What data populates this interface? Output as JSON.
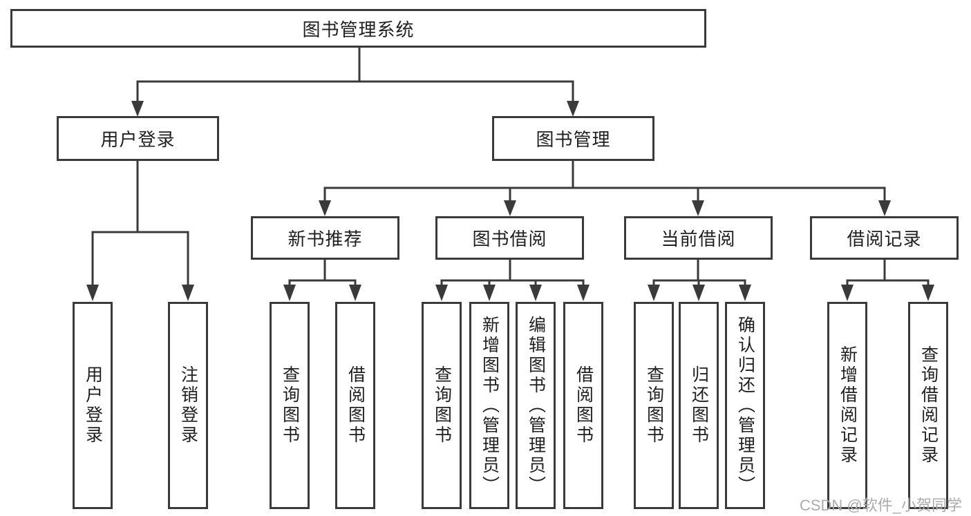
{
  "colors": {
    "line": "#3a3a3a",
    "text": "#1f1f1f",
    "box_background": "#ffffff",
    "watermark": "#ababab"
  },
  "tree": {
    "root": "图书管理系统",
    "branches": [
      {
        "label": "用户登录",
        "children": [
          "用户登录",
          "注销登录"
        ]
      },
      {
        "label": "图书管理",
        "groups": [
          {
            "label": "新书推荐",
            "children": [
              "查询图书",
              "借阅图书"
            ]
          },
          {
            "label": "图书借阅",
            "children": [
              "查询图书",
              "新增图书（管理员）",
              "编辑图书（管理员）",
              "借阅图书"
            ]
          },
          {
            "label": "当前借阅",
            "children": [
              "查询图书",
              "归还图书",
              "确认归还（管理员）"
            ]
          },
          {
            "label": "借阅记录",
            "children": [
              "新增借阅记录",
              "查询借阅记录"
            ]
          }
        ]
      }
    ]
  },
  "watermark": "CSDN @软件_小贺同学"
}
